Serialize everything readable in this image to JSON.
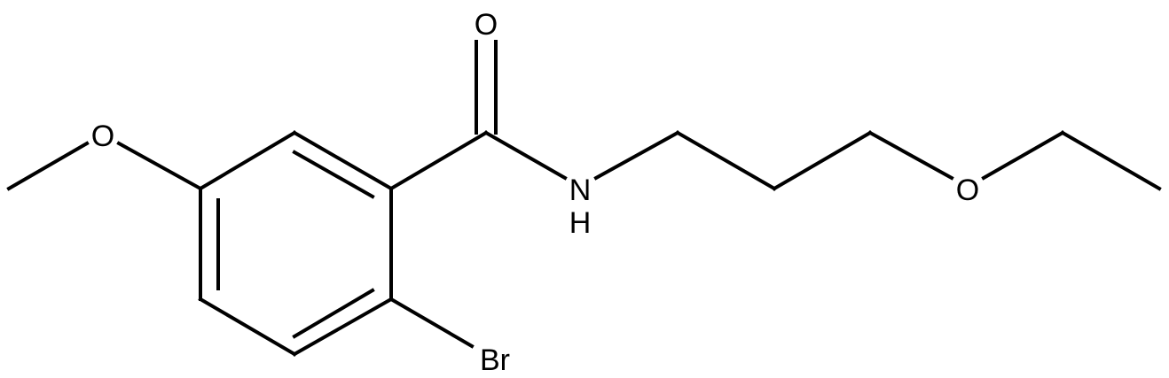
{
  "structure": {
    "atoms": {
      "o_carbonyl": "O",
      "o_methoxy": "O",
      "n_amide": "N",
      "h_amide": "H",
      "br": "Br",
      "o_ether": "O"
    }
  }
}
